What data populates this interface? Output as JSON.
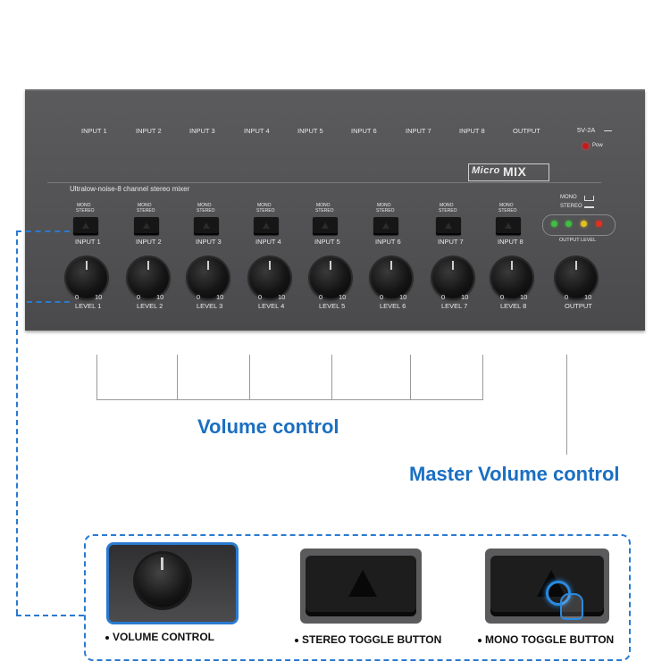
{
  "device": {
    "brand_prefix": "Micro",
    "brand_main": "MIX",
    "subtitle": "Ultralow-noise-8 channel stereo mixer",
    "top_labels": [
      "INPUT 1",
      "INPUT 2",
      "INPUT 3",
      "INPUT 4",
      "INPUT 5",
      "INPUT 6",
      "INPUT 7",
      "INPUT 8",
      "OUTPUT"
    ],
    "power_spec": "5V-2A",
    "pow_label": "Pow",
    "mono_label": "MONO",
    "stereo_label": "STEREO",
    "button_labels": [
      "INPUT 1",
      "INPUT 2",
      "INPUT 3",
      "INPUT 4",
      "INPUT 5",
      "INPUT 6",
      "INPUT 7",
      "INPUT 8"
    ],
    "mode_mono": "MONO",
    "mode_stereo": "STEREO",
    "output_level": "OUTPUT LEVEL",
    "led_colors": [
      "#3fbf3f",
      "#3fbf3f",
      "#e0c020",
      "#e03020"
    ],
    "knob_min": "0",
    "knob_max": "10",
    "knob_labels": [
      "LEVEL 1",
      "LEVEL 2",
      "LEVEL 3",
      "LEVEL 4",
      "LEVEL 5",
      "LEVEL 6",
      "LEVEL 7",
      "LEVEL 8",
      "OUTPUT"
    ]
  },
  "annotations": {
    "volume_control": "Volume control",
    "master_volume_control": "Master Volume control"
  },
  "callouts": [
    {
      "caption": "VOLUME CONTROL"
    },
    {
      "caption": "STEREO TOGGLE BUTTON"
    },
    {
      "caption": "MONO TOGGLE BUTTON"
    }
  ],
  "colors": {
    "accent": "#1a6fc2",
    "device_body": "#555557"
  }
}
